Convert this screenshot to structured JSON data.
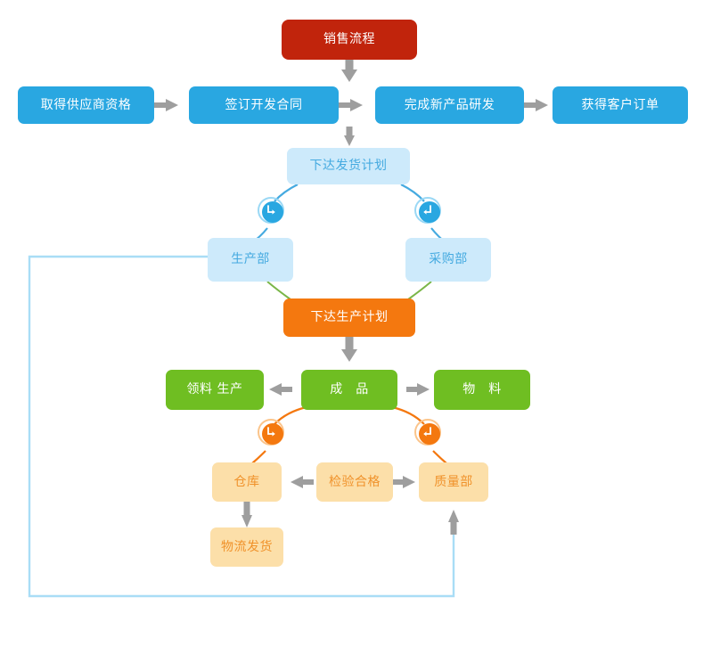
{
  "diagram": {
    "title_node": {
      "label": "销售流程",
      "color": "#c1240c"
    },
    "palette": {
      "red": "#c1240c",
      "blue": "#29a7e1",
      "light_blue": "#cdeafb",
      "orange": "#f4780f",
      "green": "#6fbe22",
      "peach": "#fcdfa9",
      "arrow_gray": "#9e9e9e",
      "loop_blue": "#a9ddf6",
      "connector_green": "#7ab648",
      "connector_orange": "#f4780f"
    },
    "row_sales": [
      {
        "label": "取得供应商资格",
        "color": "#29a7e1"
      },
      {
        "label": "签订开发合同",
        "color": "#29a7e1"
      },
      {
        "label": "完成新产品研发",
        "color": "#29a7e1"
      },
      {
        "label": "获得客户订单",
        "color": "#29a7e1"
      }
    ],
    "shipping_plan": {
      "label": "下达发货计划",
      "color": "#cdeafb"
    },
    "departments": [
      {
        "label": "生产部",
        "color": "#cdeafb"
      },
      {
        "label": "采购部",
        "color": "#cdeafb"
      }
    ],
    "production_plan": {
      "label": "下达生产计划",
      "color": "#f4780f"
    },
    "row_production": [
      {
        "label": "领料  生产",
        "color": "#6fbe22"
      },
      {
        "label": "成　品",
        "color": "#6fbe22"
      },
      {
        "label": "物　料",
        "color": "#6fbe22"
      }
    ],
    "row_quality": [
      {
        "label": "仓库",
        "color": "#fcdfa9"
      },
      {
        "label": "检验合格",
        "color": "#fcdfa9"
      },
      {
        "label": "质量部",
        "color": "#fcdfa9"
      }
    ],
    "logistics": {
      "label": "物流发货",
      "color": "#fcdfa9"
    },
    "badges": [
      {
        "name": "badge-production-dept",
        "glyph": "down-right-arrow-icon",
        "color": "#29a7e1"
      },
      {
        "name": "badge-purchasing-dept",
        "glyph": "down-left-arrow-icon",
        "color": "#29a7e1"
      },
      {
        "name": "badge-warehouse",
        "glyph": "down-right-arrow-icon",
        "color": "#f4780f"
      },
      {
        "name": "badge-quality-dept",
        "glyph": "down-left-arrow-icon",
        "color": "#f4780f"
      }
    ]
  }
}
